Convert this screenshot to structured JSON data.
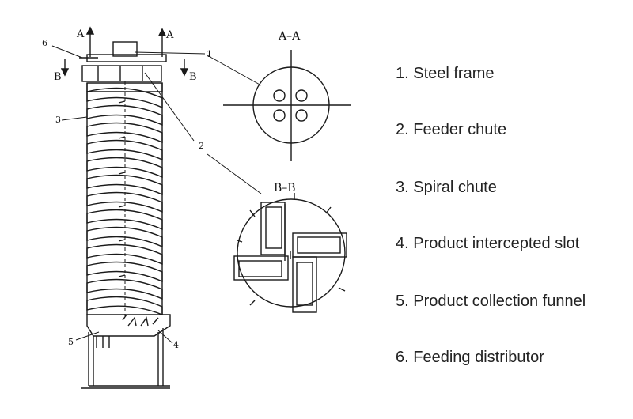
{
  "diagram": {
    "callouts": [
      "1",
      "2",
      "3",
      "4",
      "5",
      "6"
    ],
    "section_marks": {
      "a": "A",
      "b": "B"
    },
    "views": {
      "top_section": "A–A",
      "bottom_section": "B–B"
    }
  },
  "legend": {
    "items": [
      "1. Steel frame",
      "2. Feeder chute",
      "3. Spiral chute",
      "4. Product intercepted slot",
      "5. Product collection funnel",
      "6. Feeding distributor"
    ]
  },
  "colors": {
    "line": "#1a1a1a",
    "text": "#222222",
    "background": "#ffffff"
  }
}
